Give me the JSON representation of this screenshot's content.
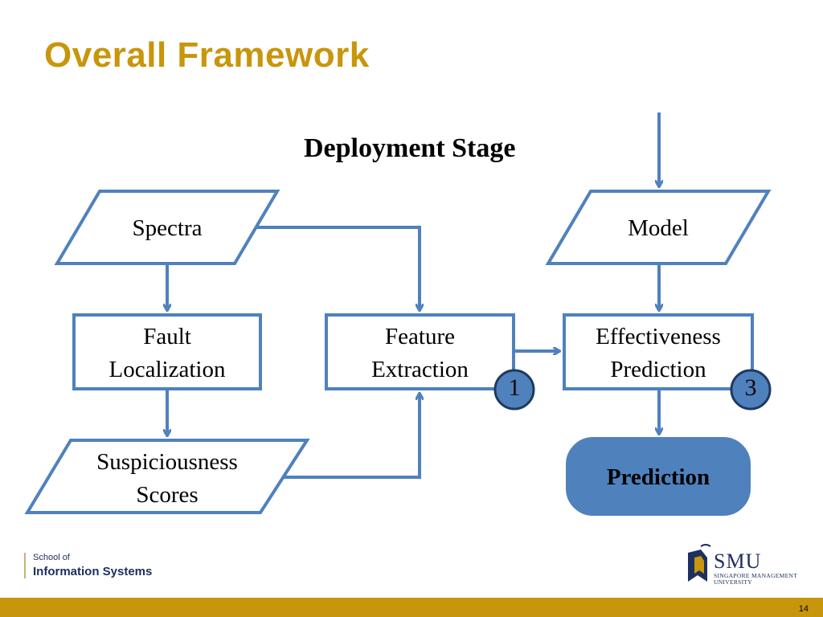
{
  "slide": {
    "title": "Overall Framework",
    "page_number": "14"
  },
  "diagram": {
    "stage_title": "Deployment Stage",
    "nodes": {
      "spectra": "Spectra",
      "model": "Model",
      "fault_localization": [
        "Fault",
        "Localization"
      ],
      "feature_extraction": [
        "Feature",
        "Extraction"
      ],
      "effectiveness_prediction": [
        "Effectiveness",
        "Prediction"
      ],
      "suspiciousness_scores": [
        "Suspiciousness",
        "Scores"
      ],
      "prediction": "Prediction"
    },
    "badges": {
      "feature_extraction": "1",
      "effectiveness_prediction": "3"
    },
    "colors": {
      "stroke": "#4f81bd",
      "prediction_fill": "#4f81bd",
      "badge_fill": "#4f81bd",
      "badge_stroke": "#1e3a5f"
    }
  },
  "footer": {
    "school_line1": "School of",
    "school_line2": "Information Systems",
    "logo_name": "SMU",
    "logo_subtitle_line1": "SINGAPORE MANAGEMENT",
    "logo_subtitle_line2": "UNIVERSITY",
    "accent_color": "#c8960c"
  }
}
